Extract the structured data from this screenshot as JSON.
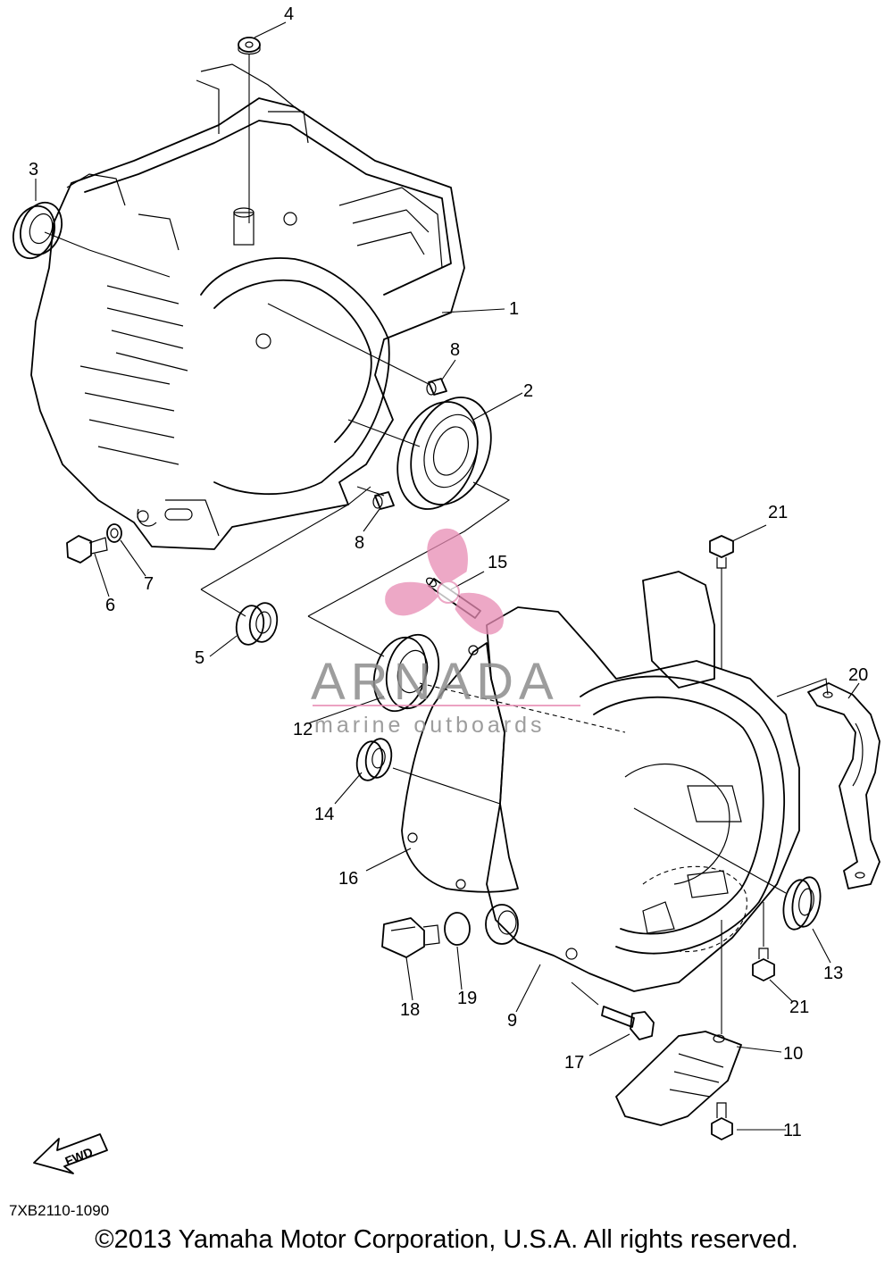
{
  "callouts": [
    "1",
    "2",
    "3",
    "4",
    "5",
    "6",
    "7",
    "8",
    "8",
    "9",
    "10",
    "11",
    "12",
    "13",
    "14",
    "15",
    "16",
    "17",
    "18",
    "19",
    "20",
    "21",
    "21"
  ],
  "fwd_label": "FWD",
  "watermark": {
    "brand": "ARNADA",
    "tagline": "marine outboards",
    "color": "#e88cb4"
  },
  "diagram_code": "7XB2110-1090",
  "copyright": "©2013 Yamaha Motor Corporation, U.S.A. All rights reserved."
}
